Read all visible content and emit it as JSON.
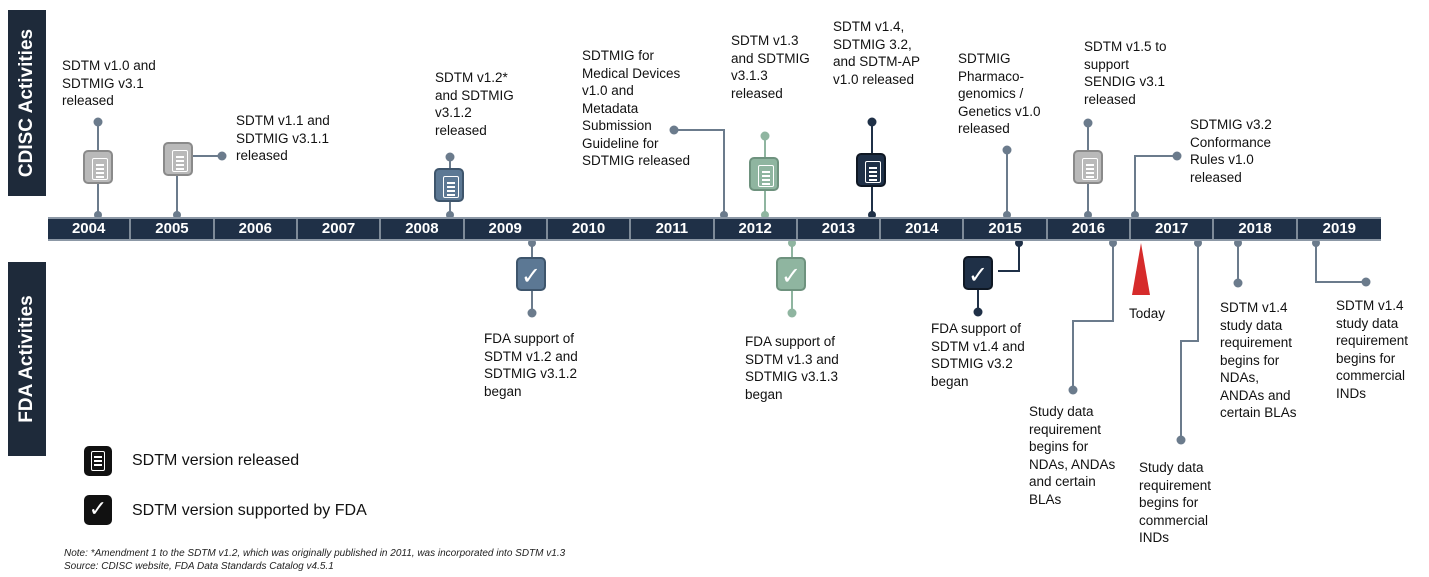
{
  "side_tabs": {
    "cdisc": "CDISC Activities",
    "fda": "FDA Activities"
  },
  "years": [
    "2004",
    "2005",
    "2006",
    "2007",
    "2008",
    "2009",
    "2010",
    "2011",
    "2012",
    "2013",
    "2014",
    "2015",
    "2016",
    "2017",
    "2018",
    "2019"
  ],
  "cdisc_events": [
    {
      "year": "2004",
      "text": "SDTM v1.0 and\nSDTMIG v3.1\nreleased",
      "icon": "document-icon",
      "icon_color": "#b9b9b9"
    },
    {
      "year": "2005",
      "text": "SDTM v1.1 and\nSDTMIG v3.1.1\nreleased",
      "icon": "document-icon",
      "icon_color": "#b9b9b9"
    },
    {
      "year": "2008",
      "text": "SDTM v1.2*\nand SDTMIG\nv3.1.2\nreleased",
      "icon": "document-icon",
      "icon_color": "#5c7894"
    },
    {
      "year": "2011",
      "text": "SDTMIG for\nMedical Devices\nv1.0 and\nMetadata\nSubmission\nGuideline for\nSDTMIG released",
      "icon": "none"
    },
    {
      "year": "2012",
      "text": "SDTM v1.3\nand SDTMIG\nv3.1.3\nreleased",
      "icon": "document-icon",
      "icon_color": "#8fb5a0"
    },
    {
      "year": "2013",
      "text": "SDTM v1.4,\nSDTMIG 3.2,\nand SDTM-AP\nv1.0 released",
      "icon": "document-icon",
      "icon_color": "#1f3047"
    },
    {
      "year": "2015",
      "text": "SDTMIG\nPharmaco-\ngenomics /\nGenetics v1.0\nreleased",
      "icon": "none"
    },
    {
      "year": "2016",
      "text": "SDTM v1.5 to\nsupport\nSENDIG v3.1\nreleased",
      "icon": "document-icon",
      "icon_color": "#b9b9b9"
    },
    {
      "year": "2016",
      "text": "SDTMIG v3.2\nConformance\nRules v1.0\nreleased",
      "icon": "none"
    }
  ],
  "fda_events": [
    {
      "year": "2009",
      "text": "FDA support of\nSDTM v1.2 and\nSDTMIG v3.1.2\nbegan",
      "icon": "checkmark-icon",
      "icon_color": "#5c7894"
    },
    {
      "year": "2012",
      "text": "FDA support of\nSDTM v1.3 and\nSDTMIG v3.1.3\nbegan",
      "icon": "checkmark-icon",
      "icon_color": "#8fb5a0"
    },
    {
      "year": "2015",
      "text": "FDA support of\nSDTM v1.4 and\nSDTMIG v3.2\nbegan",
      "icon": "checkmark-icon",
      "icon_color": "#1f3047"
    },
    {
      "year": "2016",
      "text": "Study data\nrequirement\nbegins for\nNDAs, ANDAs\nand certain\nBLAs",
      "icon": "none"
    },
    {
      "year": "2017",
      "text": "Study data\nrequirement\nbegins for\ncommercial\nINDs",
      "icon": "none"
    },
    {
      "year": "2018",
      "text": "SDTM v1.4\nstudy data\nrequirement\nbegins for\nNDAs,\nANDAs and\ncertain BLAs",
      "icon": "none"
    },
    {
      "year": "2019",
      "text": "SDTM v1.4\nstudy data\nrequirement\nbegins for\ncommercial\nINDs",
      "icon": "none"
    }
  ],
  "today_label": "Today",
  "today_marker_color": "#d62b2b",
  "legend": [
    {
      "icon": "document-icon",
      "text": "SDTM version released"
    },
    {
      "icon": "checkmark-icon",
      "text": "SDTM version supported by FDA"
    }
  ],
  "notes": {
    "note": "Note: *Amendment 1 to the SDTM v1.2, which was originally published in 2011, was incorporated into SDTM v1.3",
    "source": "Source: CDISC website, FDA Data Standards Catalog v4.5.1"
  },
  "colors": {
    "bar": "#1f3047",
    "connector": "#6b7b8c",
    "side_tab": "#1e2a3a"
  }
}
